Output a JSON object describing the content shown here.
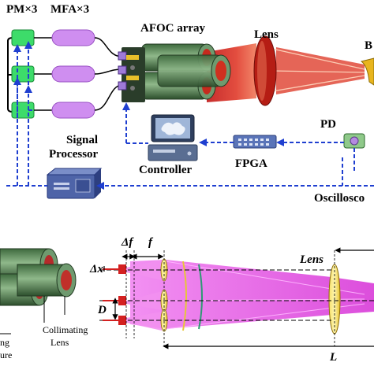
{
  "top_panel": {
    "label_pm": "PM×3",
    "label_mfa": "MFA×3",
    "label_afoc": "AFOC array",
    "label_lens": "Lens",
    "label_edge": "B",
    "label_pd": "PD",
    "label_signal_processor_line1": "Signal",
    "label_signal_processor_line2": "Processor",
    "label_controller": "Controller",
    "label_fpga": "FPGA",
    "label_oscilloscope": "Oscillosco"
  },
  "bottom_panel": {
    "label_delta_f": "Δf",
    "label_f": "f",
    "label_delta_x": "Δx",
    "label_D": "D",
    "label_lens": "Lens",
    "label_L": "L",
    "label_left_partial_1": "ng",
    "label_left_partial_2": "ure",
    "label_collimating_1": "Collimating",
    "label_collimating_2": "Lens"
  },
  "colors": {
    "dashed_link": "#1f3fd0",
    "pm_box": "#3ddc6a",
    "mfa": "#cf8ef0",
    "afoc_body": "#5c8a5c",
    "beam_red": "#d42020",
    "beam_magenta": "#e040e0",
    "lens_yellow": "#f2d23a"
  }
}
